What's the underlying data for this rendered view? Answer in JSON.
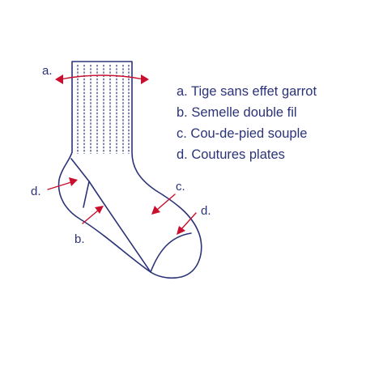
{
  "colors": {
    "outline": "#2b3378",
    "arrows": "#c8102e",
    "text": "#2b3378",
    "background": "#ffffff"
  },
  "callouts": {
    "a": "a.",
    "b": "b.",
    "c": "c.",
    "d_heel": "d.",
    "d_toe": "d."
  },
  "legend": [
    "a. Tige sans effet garrot",
    "b. Semelle double fil",
    "c. Cou-de-pied souple",
    "d. Coutures plates"
  ]
}
